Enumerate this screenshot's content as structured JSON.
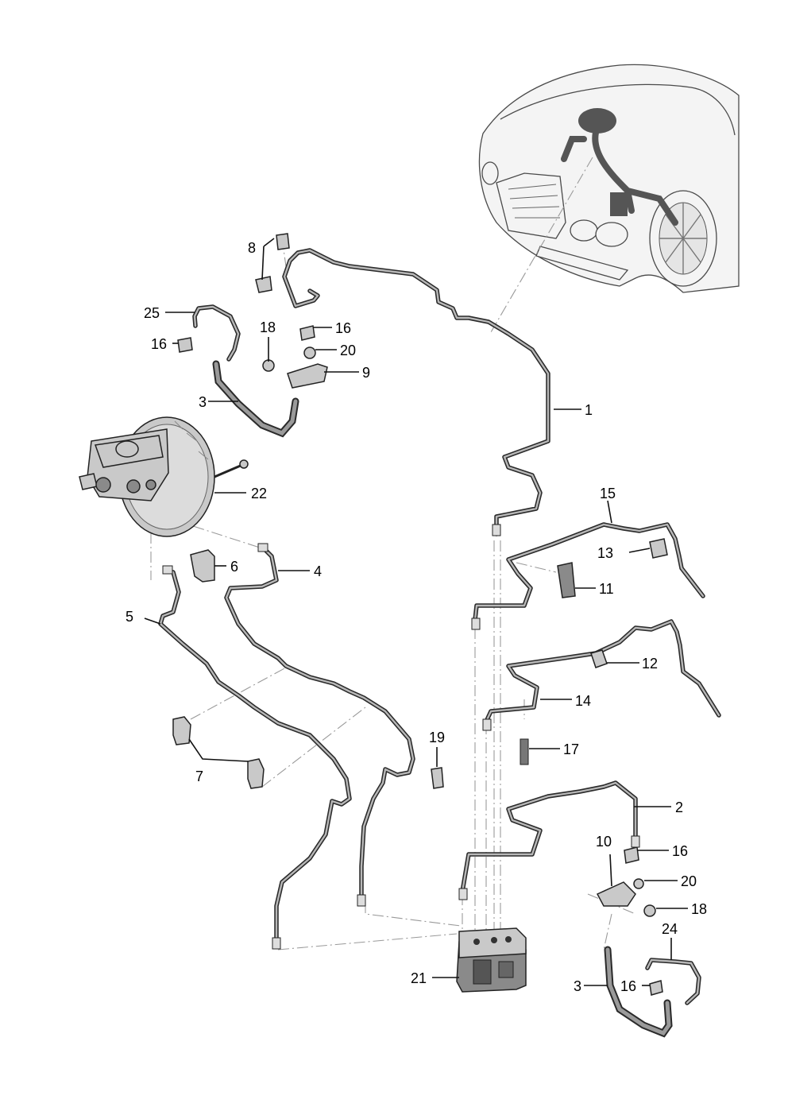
{
  "callouts": {
    "c1": "1",
    "c2": "2",
    "c3a": "3",
    "c3b": "3",
    "c4": "4",
    "c5": "5",
    "c6": "6",
    "c7": "7",
    "c8": "8",
    "c9": "9",
    "c10": "10",
    "c11": "11",
    "c12": "12",
    "c13": "13",
    "c14": "14",
    "c15": "15",
    "c16a": "16",
    "c16b": "16",
    "c16c": "16",
    "c16d": "16",
    "c17": "17",
    "c18a": "18",
    "c18b": "18",
    "c19": "19",
    "c20a": "20",
    "c20b": "20",
    "c21": "21",
    "c22": "22",
    "c24": "24",
    "c25": "25"
  },
  "colors": {
    "line": "#2a2a2a",
    "line_inner": "#b8b8b8",
    "part_fill": "#c9c9c9",
    "part_dark": "#8a8a8a",
    "car_fill": "#f4f4f4",
    "highlight": "#555555"
  }
}
